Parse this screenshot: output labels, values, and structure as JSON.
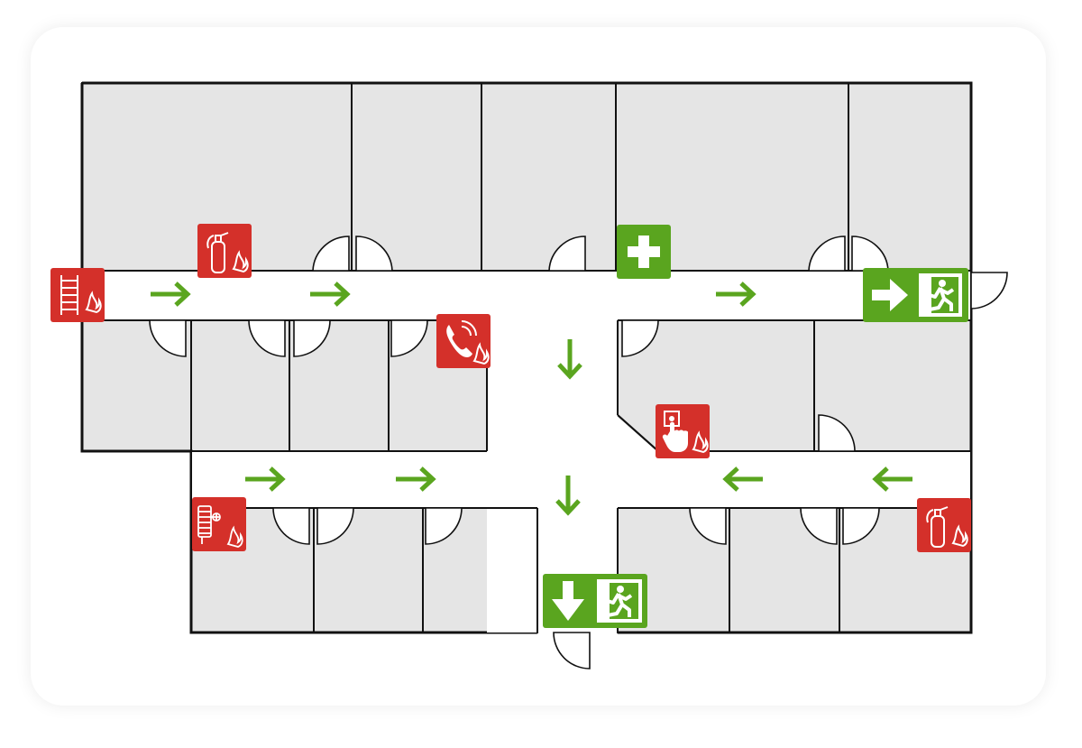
{
  "colors": {
    "room_fill": "#e5e5e5",
    "wall": "#111111",
    "safe_green": "#5aa51f",
    "fire_red": "#d4302a",
    "background": "#ffffff"
  },
  "signs": {
    "fire_ladder": {
      "icon": "fire-ladder-icon",
      "kind": "fire"
    },
    "fire_extinguisher": {
      "icon": "fire-extinguisher-icon",
      "kind": "fire"
    },
    "fire_phone": {
      "icon": "emergency-phone-icon",
      "kind": "fire"
    },
    "fire_alarm": {
      "icon": "fire-alarm-call-point-icon",
      "kind": "fire"
    },
    "fire_hose": {
      "icon": "fire-hose-reel-icon",
      "kind": "fire"
    },
    "first_aid": {
      "icon": "first-aid-icon",
      "kind": "safe"
    },
    "exit_right": {
      "icon": "emergency-exit-right-icon",
      "kind": "safe"
    },
    "exit_down": {
      "icon": "emergency-exit-down-icon",
      "kind": "safe"
    }
  },
  "escape_arrows": [
    "right",
    "right",
    "right",
    "down",
    "down",
    "right",
    "right",
    "left",
    "left"
  ]
}
